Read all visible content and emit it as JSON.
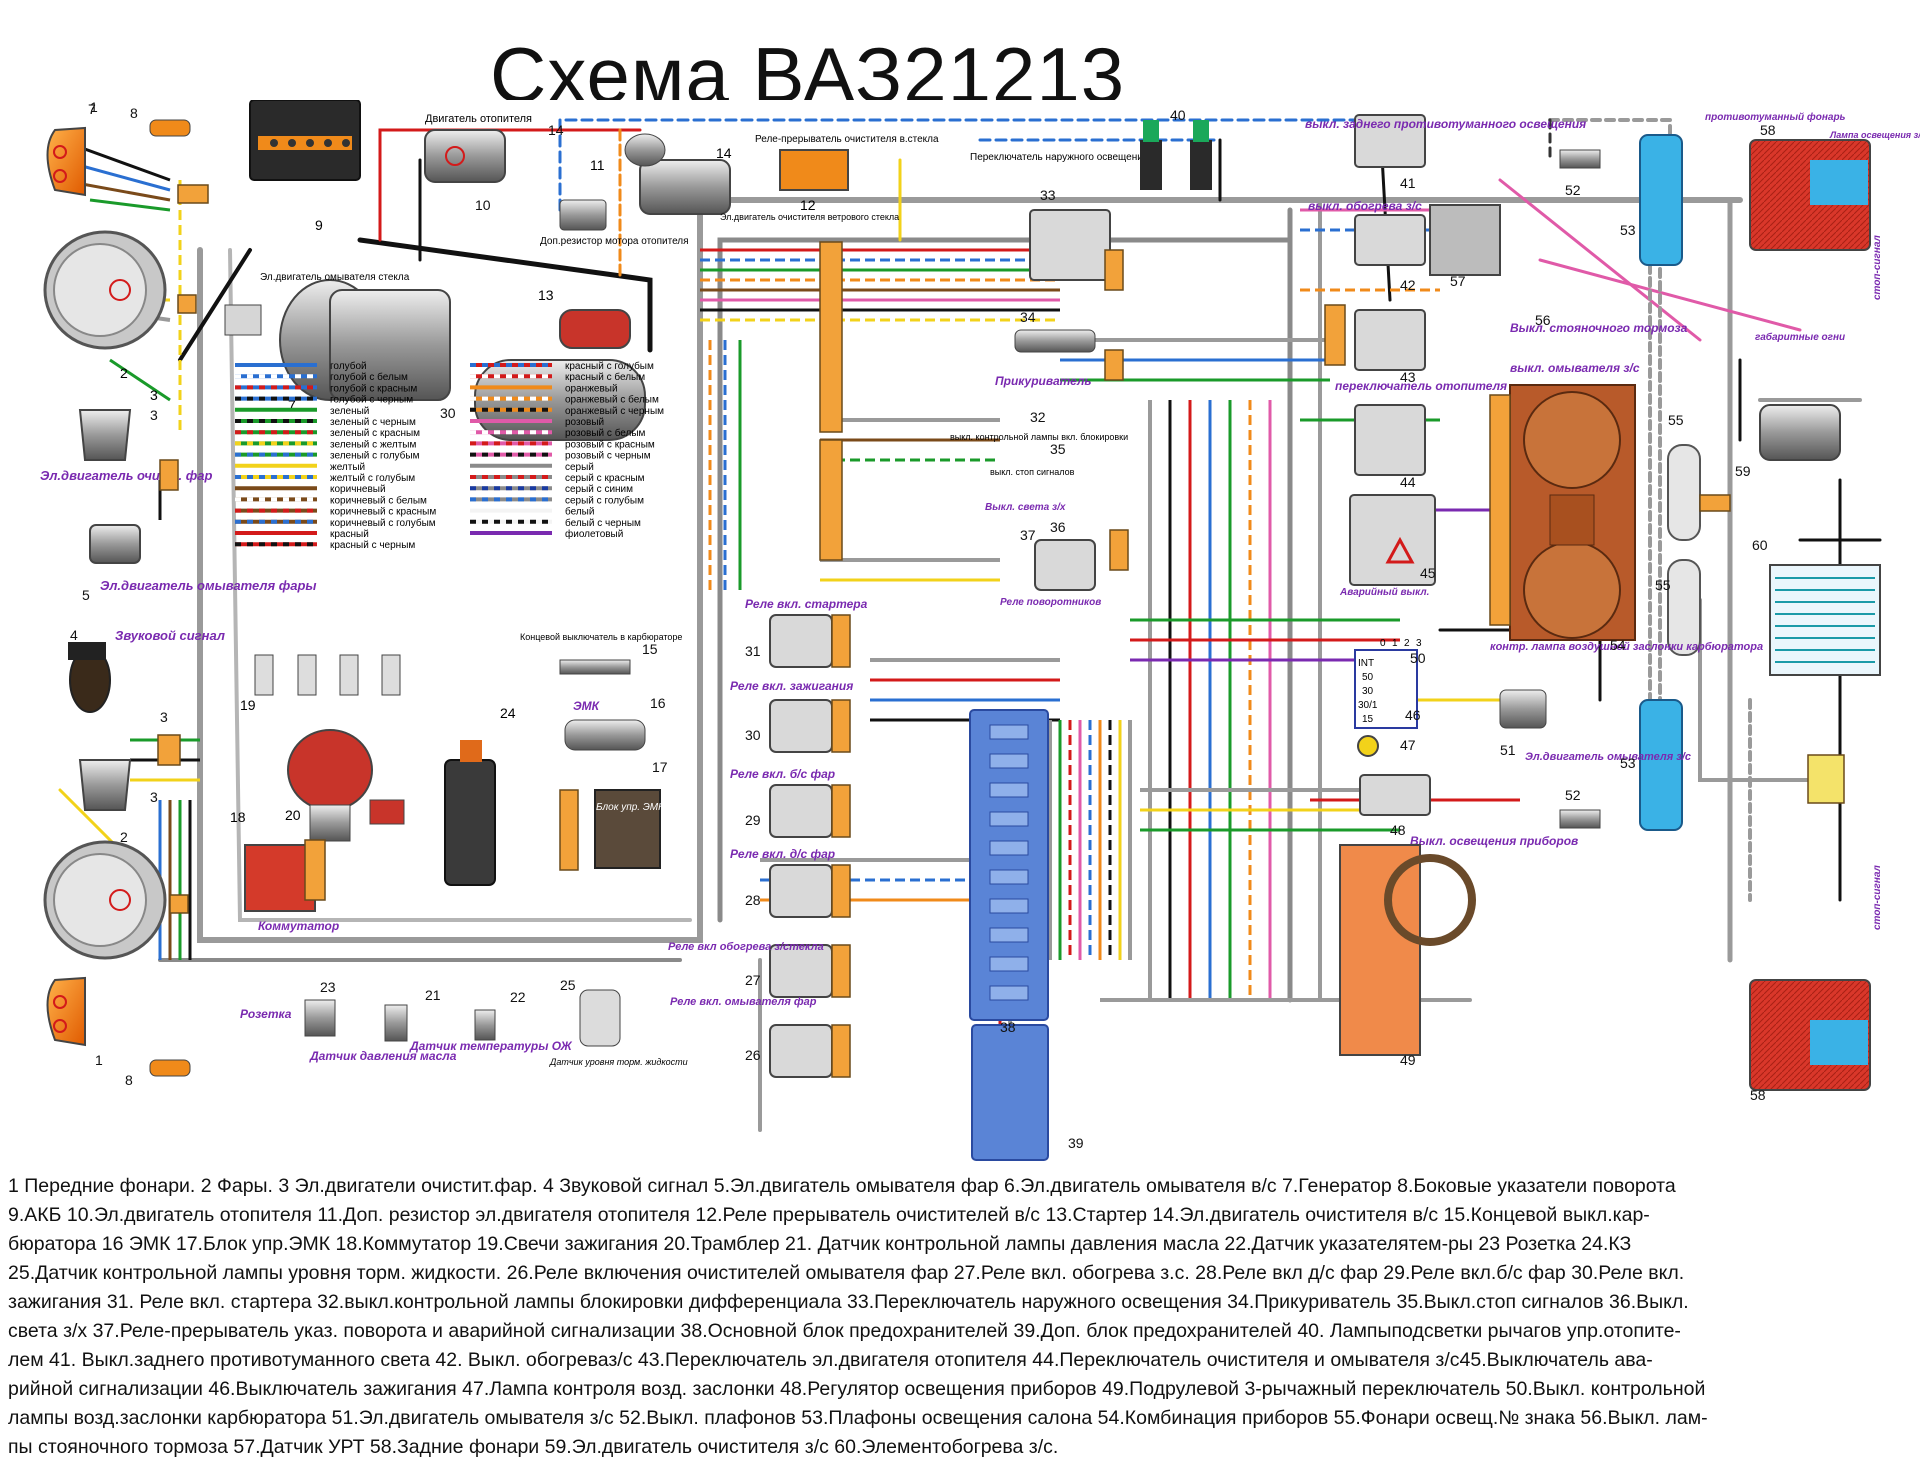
{
  "title": "Схема ВАЗ21213",
  "labels": {
    "heater_motor": "Двигатель отопителя",
    "add_resistor": "Доп.резистор мотора отопителя",
    "wiper_relay": "Реле-прерыватель очистителя в.стекла",
    "wiper_motor": "Эл.двигатель очистителя ветрового стекла",
    "washer_motor_ws": "Эл.двигатель омывателя стекла",
    "headlamp_wiper_motor": "Эл.двигатель очист. фар",
    "headlamp_washer_motor": "Эл.двигатель омывателя фары",
    "horn": "Звуковой сигнал",
    "rear_fog_switch": "выкл. заднего противотуманного освещения",
    "rear_heater_switch": "выкл. обогрева з/с",
    "outer_light_switch": "Переключатель наружного освещения",
    "heater_switch": "переключатель отопителя",
    "cigarette_lighter": "Прикуриватель",
    "diff_lock_lamp": "выкл. контрольной лампы вкл. блокировки",
    "stop_light_switch": "выкл. стоп сигналов",
    "reverse_switch": "Выкл. света з/х",
    "turn_relay": "Реле поворотников",
    "hazard_switch": "Аварийный выкл.",
    "handbrake_switch": "Выкл. стояночного тормоза",
    "rear_washer_switch": "выкл. омывателя з/с",
    "rear_fog_lamp": "противотуманный фонарь",
    "reverse_lamp": "Лампа освещения з/х",
    "side_lights": "габаритные огни",
    "stop_signal": "стоп-сигнал",
    "starter_relay": "Реле вкл. стартера",
    "ignition_relay": "Реле вкл. зажигания",
    "low_beam_relay": "Реле вкл. б/с фар",
    "high_beam_relay": "Реле вкл. д/с фар",
    "heat_relay": "Реле вкл обогрева з/стекла",
    "washer_relay": "Реле вкл. омывателя фар",
    "carb_switch": "Концевой выключатель в карбюраторе",
    "emk": "ЭМК",
    "emk_block": "Блок упр. ЭМК",
    "commutator": "Коммутатор",
    "socket": "Розетка",
    "oil_sensor": "Датчик давления масла",
    "temp_sensor": "Датчик температуры ОЖ",
    "brake_sensor": "Датчик уровня торм. жидкости",
    "choke_lamp": "контр. лампа воздушной заслонки карбюратора",
    "rear_washer_motor": "Эл.двигатель омывателя з/с",
    "instr_light_switch": "Выкл. освещения приборов"
  },
  "wire_colors": {
    "left": [
      "голубой",
      "голубой с белым",
      "голубой с красным",
      "голубой с черным",
      "зеленый",
      "зеленый с черным",
      "зеленый с красным",
      "зеленый с желтым",
      "зеленый с голубым",
      "желтый",
      "желтый с голубым",
      "коричневый",
      "коричневый с белым",
      "коричневый с красным",
      "коричневый с голубым",
      "красный",
      "красный с черным"
    ],
    "right": [
      "красный с голубым",
      "красный с белым",
      "оранжевый",
      "оранжевый с белым",
      "оранжевый с черным",
      "розовый",
      "розовый с белым",
      "розовый с красным",
      "розовый с черным",
      "серый",
      "серый с красным",
      "серый с синим",
      "серый с голубым",
      "белый",
      "белый с черным",
      "фиолетовый"
    ],
    "left_swatch": [
      "#2a6fd1",
      "#2a6fd1",
      "#2a6fd1",
      "#2a6fd1",
      "#1a9a2a",
      "#1a9a2a",
      "#1a9a2a",
      "#1a9a2a",
      "#1a9a2a",
      "#f2d21a",
      "#f2d21a",
      "#7a4a1a",
      "#7a4a1a",
      "#7a4a1a",
      "#7a4a1a",
      "#d31a1a",
      "#d31a1a"
    ],
    "left_stripe": [
      "",
      "#ffffff",
      "#d31a1a",
      "#111111",
      "",
      "#111111",
      "#d31a1a",
      "#f2d21a",
      "#2a6fd1",
      "",
      "#2a6fd1",
      "",
      "#ffffff",
      "#d31a1a",
      "#2a6fd1",
      "",
      "#111111"
    ],
    "right_swatch": [
      "#d31a1a",
      "#d31a1a",
      "#f08a1a",
      "#f08a1a",
      "#f08a1a",
      "#e05aa8",
      "#e05aa8",
      "#e05aa8",
      "#e05aa8",
      "#8a8a8a",
      "#8a8a8a",
      "#8a8a8a",
      "#8a8a8a",
      "#f4f4f4",
      "#f4f4f4",
      "#7a2ab0"
    ],
    "right_stripe": [
      "#2a6fd1",
      "#ffffff",
      "",
      "#ffffff",
      "#111111",
      "",
      "#ffffff",
      "#d31a1a",
      "#111111",
      "",
      "#d31a1a",
      "#1a3aa0",
      "#2a6fd1",
      "",
      "#111111",
      ""
    ]
  },
  "legend_lines": [
    "1 Передние фонари. 2 Фары. 3 Эл.двигатели очистит.фар. 4 Звуковой сигнал 5.Эл.двигатель омывателя фар 6.Эл.двигатель омывателя в/с 7.Генератор 8.Боковые указатели  поворота",
    "9.АКБ 10.Эл.двигатель отопителя 11.Доп. резистор эл.двигателя отопителя 12.Реле прерыватель очистителей в/с  13.Стартер 14.Эл.двигатель очистителя в/с 15.Концевой выкл.кар-",
    "бюратора 16 ЭМК 17.Блок упр.ЭМК 18.Коммутатор 19.Свечи зажигания 20.Трамблер 21. Датчик контрольной лампы давления масла 22.Датчик указателятем-ры 23 Розетка 24.КЗ",
    " 25.Датчик контрольной лампы уровня торм. жидкости. 26.Реле включения очистителей омывателя фар 27.Реле вкл. обогрева з.с. 28.Реле вкл д/с фар 29.Реле вкл.б/с фар 30.Реле вкл.",
    "зажигания  31. Реле вкл. стартера 32.выкл.контрольной лампы блокировки дифференциала 33.Переключатель наружного освещения 34.Прикуриватель 35.Выкл.стоп сигналов 36.Выкл.",
    " света з/х 37.Реле-прерыватель указ. поворота и аварийной сигнализации 38.Основной блок предохранителей 39.Доп. блок предохранителей 40. Лампыподсветки рычагов упр.отопите-",
    "лем 41. Выкл.заднего противотуманного света 42. Выкл. обогреваз/с 43.Переключатель эл.двигателя отопителя 44.Переключатель очистителя и омывателя з/с45.Выключатель ава-",
    "рийной сигнализации 46.Выключатель зажигания 47.Лампа контроля возд. заслонки 48.Регулятор освещения приборов 49.Подрулевой 3-рычажный переключатель 50.Выкл. контрольной",
    " лампы возд.заслонки карбюратора 51.Эл.двигатель омывателя з/с 52.Выкл. плафонов 53.Плафоны освещения салона 54.Комбинация приборов 55.Фонари освещ.№ знака 56.Выкл. лам-",
    "пы стояночного тормоза 57.Датчик УРТ 58.Задние фонари 59.Эл.двигатель очистителя з/с 60.Элементобогрева з/с."
  ],
  "connector_block_labels": [
    "INT",
    "50",
    "30",
    "30/1",
    "15"
  ],
  "connector_block_header": [
    "0",
    "1",
    "2",
    "3"
  ]
}
